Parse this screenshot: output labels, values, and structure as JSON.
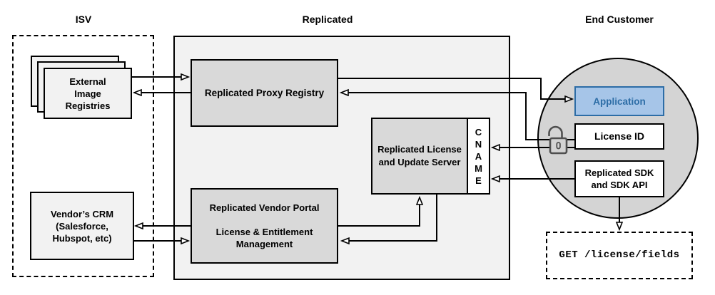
{
  "sections": {
    "isv": "ISV",
    "replicated": "Replicated",
    "end_customer": "End Customer"
  },
  "nodes": {
    "external_image_registries": "External\nImage\nRegistries",
    "vendors_crm": "Vendor’s CRM\n(Salesforce,\nHubspot, etc)",
    "replicated_proxy_registry": "Replicated Proxy Registry",
    "replicated_vendor_portal": "Replicated Vendor Portal\n\nLicense & Entitlement\nManagement",
    "replicated_license_update_server": "Replicated\nLicense and\nUpdate Server",
    "cname": "CNAME",
    "application": "Application",
    "license_id": "License ID",
    "replicated_sdk": "Replicated SDK\nand SDK API",
    "get_license_fields": "GET /license/fields"
  },
  "icons": {
    "unlock": "unlocked-padlock-icon"
  },
  "colors": {
    "container_fill": "#f2f2f2",
    "node_fill": "#d9d9d9",
    "light_node_fill": "#f2f2f2",
    "circle_fill": "#d4d4d4",
    "line_color": "#000000",
    "application_fill": "#a6c5e8",
    "application_border": "#2d6da6",
    "application_text": "#2d6da6",
    "lock_color": "#4f4f4f"
  }
}
